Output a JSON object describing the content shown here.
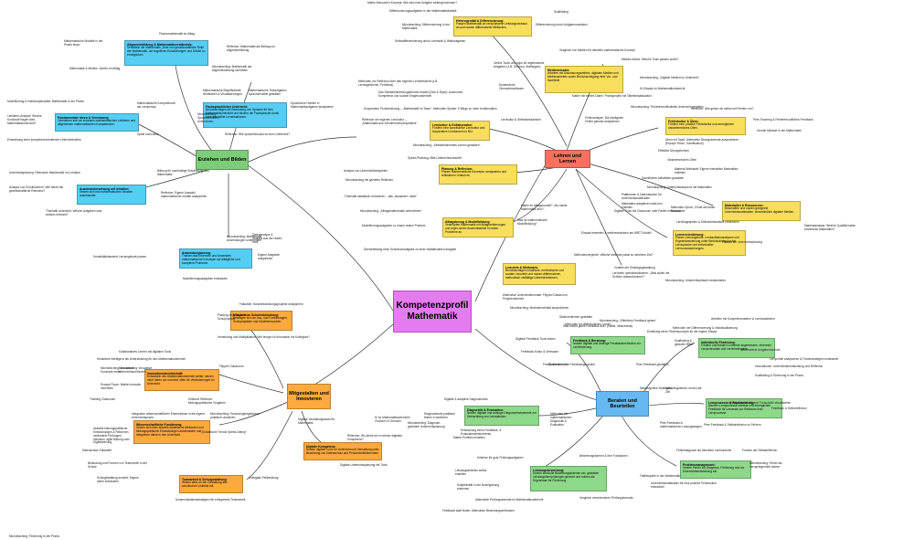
{
  "center": {
    "label": "Kompetenzprofil Mathematik"
  },
  "main_nodes": {
    "erziehen": "Erziehen und Bilden",
    "lehren": "Lehren und Lernen",
    "beraten": "Beraten und Beurteilen",
    "mitgestalten": "Mitgestalten und Innovieren"
  },
  "cards": [
    {
      "title": "Heterogenität & Differenzierung:",
      "text": "Passen Mathematik an verschiedene Leistungsniveaus an und nutzen differenzierte Methoden."
    },
    {
      "title": "Allgemeinbildung & Mathematikverständnis:",
      "text": "Vermitteln die Mathematik, Ziele und gesellschaftliche Rolle der Mathematik, um kognitiven Entwicklungen und Urteile zu ermöglichen."
    },
    {
      "title": "Medieneinsatz:",
      "text": "Arbeiten mit Anschauungsmitteln, digitalen Medien und Medienarbeiten sowie Berücksichtigung ihrer Vor- und Nachteile."
    },
    {
      "title": "Fachsprachlicher Unterricht:",
      "text": "Berücksichtigen die Bedeutung von Sprache für den Mathematikunterricht und fördern die Fachsprache durch sprachsensible Lernsituationen."
    },
    {
      "title": "Fundamentale Ideen & Vernetzung:",
      "text": "Orientieren sich an zentralen mathematischen Leitideen und allgemeinen mathematischen Kompetenzen."
    },
    {
      "title": "Lernkultur & Kollaboration:",
      "text": "Fördern eine konstruktive Lernkultur und kooperative Lernformen im MU."
    },
    {
      "title": "Fehlerkultur & Üben:",
      "text": "Fördern eine positive Fehlerkultur und ermöglichen variantenreiches Üben."
    },
    {
      "title": "Planung & Reflexion:",
      "text": "Planen mathematische Konzepte, analysieren und reflektieren Unterricht."
    },
    {
      "title": "Auseinandersetzung mit Inhalten:",
      "text": "Setzen sich mit mathematischen Inhalten auseinander."
    },
    {
      "title": "Alltagsbezug & Modellbildung:",
      "text": "Verknüpfen Mathematik mit Alltagserfahrungen und regen deren Anwendbarkeit in realen Probleme an."
    },
    {
      "title": "Materialien & Ressourcen:",
      "text": "Beschaffen und nutzen geeignete Unterrichtsmaterialien, einschließlich digitaler Medien."
    },
    {
      "title": "Anwendungsbezug:",
      "text": "Thinken das Erkennen und Anwenden mathematischer Konzepte auf alltägliche und komplexe Probleme."
    },
    {
      "title": "Lernziele & Methoden:",
      "text": "Berücksichtigen Inhaltliche, methodische und soziale Lernziele und nutzen differenzierte, methodisch vielfältige Unterrichtsformen."
    },
    {
      "title": "Lernerorientierung:",
      "text": "Planen Lernangebote, Lernlaufbahnanalysen und Ergebnisbeziehung unter Berücksichtigung der Lernsprache und individueller Lernvoraussetzungen."
    },
    {
      "title": "Mitarbeit an Schulentwicklung:",
      "text": "Beteiligen sich an Aus- und Fortbildungen, Schulprojekten und Modellversuchen."
    },
    {
      "title": "Feedback & Beratung:",
      "text": "Nutzen digitale und analoge Feedbackmethoden zur Lernförderung."
    },
    {
      "title": "Innovationsbereitschaft:",
      "text": "Entwickeln den Mathematikunterricht weiter, setzen neue Ideen um und sind offen für Veränderungen im Unterricht."
    },
    {
      "title": "Individuelle Förderung:",
      "text": "Fördern und fördern Lernende angemessen, erkennen Lernpotenziale und Lernhindernisse."
    },
    {
      "title": "Diagnostik & Evaluation:",
      "text": "Nutzen digitale und analoge Diagnoseinstrumente zur Überprüfung von Lernständen."
    },
    {
      "title": "Lernprozesse & Rückmeldung:",
      "text": "Machen Lernprozesse sichtbar und ermöglichen Feedback für Lernende zur Reflexion ihrer Lernprozesse."
    },
    {
      "title": "Wissenschaftliche Fundierung:",
      "text": "Setzen sich über aktuelle didaktische Methoden und bildungspolitische Entwicklungen auseinander und integrieren diese in den Unterricht."
    },
    {
      "title": "Digitale Kompetenz:",
      "text": "Nutzen digitale Tools für Unterricht und Verwaltung unter Beachtung von Datenschutz und Persönlichkeitsrechten."
    },
    {
      "title": "Leistungsbewertung:",
      "text": "Setzen sinnvolle Bewertungskriterien ein, gestalten Leistungsüberprüfungen gerecht und nutzen die Ergebnisse für Förderung."
    },
    {
      "title": "Teamarbeit & Schulgestaltung:",
      "text": "Wirken aktiv an der Gestaltung des schulischen Umfelds mit."
    },
    {
      "title": "Problemmanagement:",
      "text": "Setzen Fehler zur Diagnose, Förderung und zur Unterrichtsentwicklung ein."
    }
  ],
  "labels": [
    "Mathe-Menschen-Konzept: Wie wird eine Aufgabe weitergenommen?",
    "Differenzierungsaufgaben in der Mathematikdidaktik",
    "Scaffolding",
    "Microteaching: Differenzierung in der Mathematik",
    "Differenzierung durch Aufgabenvariation",
    "Selbstdifferenzierung durch Lernstufe & Wahlaufgaben",
    "Mathematische Modelle in der Praxis lesen",
    "Finanzmathematik im Alltag",
    "Reflexion: Mathematik als Beitrag zur Allgemeinbildung",
    "Mathematik & Medien: Zahlen im Alltag",
    "Microteaching: Mathematik als Allgemeinbildung vermitteln",
    "Vergleich von Medien für dieselbe mathematische Konzept",
    "Medien-Matrix: Welche Tools passen wofür?",
    "Online-Tools und Apps für algebraische Aufgaben (z.B. Desmos, Mathegym)",
    "Microteaching: „Digitale Medien im Unterricht“",
    "Dynamische Geometriesoftware",
    "KI-Einsatz im Mathematikunterricht",
    "Mathe mit echten Daten: Praxisprojekt mit Tabellenkalkulation",
    "Mathematische Begriffsarbeit: Wortkarten & Visualisierungen",
    "Mathematische Textaufgaben sprachsensibel gestalten",
    "Sprachliche Hürden in Mathematikaufgaben analysieren",
    "Microteaching: Sprachsensibles Unterrichten",
    "Reflexion: Wie sprachbewusst ist mein Unterricht?",
    "Microteaching: Fehlerfreundlichkeits Unterricht gestalten",
    "Reflexion: Wie gehen wir selbst mit Fehlern um?",
    "Fehleranalyse: Die häufigsten Fehler genutzt analysieren",
    "Peer-Teaching & Fehlerfreundliches Feedback",
    "Growth Mindset in der Mathematik",
    "Üben mit Spaß: Alternative Übungsformate ausprobieren (Escape Room, Gamification)",
    "Effektive Übungsformen",
    "Variantenreiches Üben",
    "Modellierung & Interdisziplinarität: Mathematik in der Praxis",
    "Mathematische Kompetenzen als Lernprinzip",
    "Leitideen-Analyse: Welche Konzepte fragen dies Mathematikunterricht?",
    "Spiral curriculum",
    "Entwicklung einer kompetenzorientierten Unterrichtsreihe",
    "Methoden zur Reflexion über den eigenen Lernfortschritt (z.B. Lerntagebücher, Portfolios)",
    "Das Selbstbestimmungstheorie-Modell (Deci & Ryan): Autonomie, Kompetenz und soziale Eingebundenheit",
    "Kooperative Problemlösung – „Mathematik im Team“",
    "Methoden-Spirale: 5 Wege zu mehr Kollaboration",
    "Lernkultur & Selbstwirksamkeit",
    "Reflexion der eigenen Lernkultur – „Mathematik aus Schülerinnenperspektive“",
    "Microteaching: „Selbstbestimmtes Lernen gestalten“",
    "Speed-Planning: Blitz-Unterrichtsentwürfe",
    "Analyse von Unterrichtsbeispielen",
    "Microteaching mit gezielter Reflexion",
    "Material-Werkstatt: Eigene interaktive Materialien erstellen",
    "Gamifizierte Aktivitäten gestalten",
    "Microteaching: Unterrichtssequenz mit Materialien",
    "Plattformen & Datenbanken für Unterrichtsmaterialien",
    "Materialien adaptieren statt neu erstellen",
    "Digitale Tools mit Classroom oder Padlet entwickeln",
    "Methoden-Sprint: „Finde die beste Ressource“",
    "Materialanalyse: Welche Qualität haben kostenlose Materialien?",
    "Bildung für nachhaltige Entwicklung und Mathematik",
    "Unterrichtsplanung: Relevante Mathematik im Lehrplan",
    "Analyse von Schulbüchern: Wie bereit der gesellschaftliche Relevanz?",
    "Reflexion: Eigene Auswahl mathematischer Inhalte analysieren",
    "Thematik Unterricht: Welche Aufgaben sind wirklich relevant?",
    "„Thematik didaktisch reduzieren – das „Ikosaeder“-Ideal“",
    "Microteaching: „Alltagsmathematik unterrichten“",
    "Mathe im Alltagsmodell? „Wo steckt Mathematik drin?“",
    "Was ist mathematische Modellbildung?",
    "Modellierungsaufgaben zu einem realen Problem",
    "Überarbeitung einer Schulbuchaufgabe zu einer realitätsnahen Aufgabe",
    "Einsatz bewerten & weiterentwickeln am ARET-Modell",
    "Methodenvergleich: Welche Methode passt zu welchem Ziel?",
    "Vorteile der Einstiegsgestaltung",
    "Lernziele operationalisieren: „Was sollen die Schüler wissen/können?“",
    "Microteaching: Unterrichtsphasen strukturieren",
    "Alternative Unterrichtsformate: Flipped Classroom, Projektunterricht",
    "Microteaching: Methodenvielfalt ausprobieren",
    "Methoden für differenziertes Lernen",
    "Stationenlernen gestalten",
    "Lernbiographien & Selbstwirksamkeit reflektieren",
    "Phasen der Unterrichtsplanung",
    "Kreativitätsbasierte Lernangebote planen",
    "Microteaching: Mathematik Anwendungen unterrichten",
    "Datenanalyse & Statistik aus der realen Welt",
    "Eigene Aufgaben analysieren",
    "Modellierungsaufgaben entwickeln",
    "Fallarbeit: Schulentwicklungsprojekte analysieren",
    "Planung einer eigenen Schulprojekts",
    "Vernetzung und Multiplikation: Wie bringe ich Innovation ins Kollegium?",
    "Microteaching: „Effektives Feedback geben“",
    "Was macht gutes Feedback aus? (Hattie, Wisniewski)",
    "Digitale Feedback-Tools testen",
    "Feedback-Kultur & Vertrauen",
    "Feedbackmethoden",
    "Peer-Feedback gestalten",
    "Schülerinnen im Feedbackgespräch",
    "Methoden der Differenzierung & Individualisierung",
    "Arbeiten mit Kompetenzrastern & Lernbausteinen",
    "Erstellung eines Förderkonzepts für die eigene Klasse",
    "Scaffolding & gestufte Hilfen",
    "differenzierte Aufgabenformate",
    "Lernprofile analysieren & Förderstrategien entwickeln",
    "Kollaboratives Lernen mit digitalen Tools",
    "Künstliche Intelligenz als Unterstützung für den Mathematikunterricht",
    "Microteaching: Innovative Konzepte testen",
    "Microteaching: Innovative Unterrichtsmethoden",
    "Flipped Classroom",
    "Escape Room: Mathe innovativ vermitteln",
    "Thinking Classroom",
    "Kritische Reflexion bildungspolitischer Vorgaben",
    "Integration wissenschaftlicher Erkenntnisse in die eigene Unterrichtspraxis",
    "Microteaching: Forschungsergebnisse praktisch umsetzen",
    "Aktuelle bildungspolitische Entwicklungen & Reformen: veränderte Prüfungen, Inklusion, agile Bildung oder Digitalisierung",
    "„Didaktische Trends Speed-Dating“",
    "Datenschutz-Fallarbeit",
    "Reflexion: Wo stehe ich in meiner digitalen Kompetenz?",
    "Digitale Unterrichtsplanung mit Tools",
    "KI im Mathematikunterricht: Chancen & Grenzen",
    "Digitale Verwaltungstools für Mathematik",
    "Microteaching: Diagnose-gestützte Unterrichtsplanung",
    "Digitale & adaptive Diagnosetools",
    "Methoden der mathematischen Diagnostik & Evaluation",
    "Diagnosetools praktisch testen & bewerten",
    "Entwicklung eines Feedback- & Evaluationsinstruments",
    "Mathe-Portfolio erstellen",
    "Metakognitive Strategien",
    "Selbstreguliertes Lernen als Ziel",
    "Lerntagebücher: Eigene Fortschritte visualisieren",
    "Feedback & Selbstreflexion",
    "Formen der Selbstreflexion",
    "Peer-Feedback in mathematischen Lösungswegen",
    "Peer-Feedback & Selbstreflexion zu Fehlern",
    "Fehlerdiagnose als formative Lernkontrolle",
    "Mikroteaching: Fehler als Lerngelegenheit nutzen",
    "Fallbeispiele in der Mathematik",
    "Unterrichtsmaterialien für eine positive Fehlerkultur entwickeln",
    "Kriterien für gute Prüfungsaufgaben",
    "Bewertungsformen & ihre Funktionen",
    "Leistungskriterien selbst erstellen",
    "Subjektivität in der Notengebung erkennen",
    "Alternative Prüfungsformate im Mathematikunterricht",
    "Vergleich verschiedener Prüfungsformate",
    "Feedback statt Noten: Alternative Bewertungsmethoden",
    "Bedeutung und Formen von Teamarbeit in der Schule",
    "Schulgestaltung konkret: Eigene Ideen entwickeln",
    "Kollegiale Fallberatung",
    "Kommunikationsstrategien für erfolgreiche Teamarbeit",
    "Innovationen: Unterrichtsbeobachtung und Reflexion",
    "Scaffolding & Förderung in der Praxis",
    "Microteaching: Förderung in der Praxis"
  ],
  "colors": {
    "center": "#e47bee",
    "green": "#7dcc7a",
    "red": "#f77060",
    "blue": "#65b8f0",
    "orange": "#fcaa3e",
    "yellow": "#f8de5c",
    "cyan": "#56cef4"
  }
}
